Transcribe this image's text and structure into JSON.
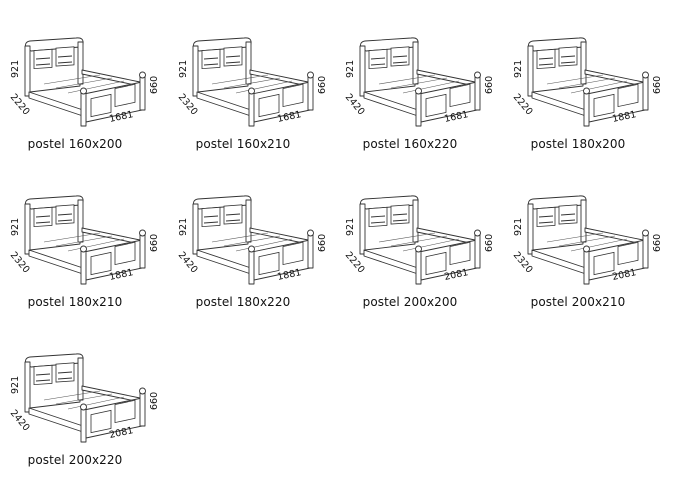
{
  "beds": [
    {
      "label": "postel 160x200",
      "height": "921",
      "length": "2220",
      "width": "1681",
      "foot": "660"
    },
    {
      "label": "postel 160x210",
      "height": "921",
      "length": "2320",
      "width": "1681",
      "foot": "660"
    },
    {
      "label": "postel 160x220",
      "height": "921",
      "length": "2420",
      "width": "1681",
      "foot": "660"
    },
    {
      "label": "postel 180x200",
      "height": "921",
      "length": "2220",
      "width": "1881",
      "foot": "660"
    },
    {
      "label": "postel 180x210",
      "height": "921",
      "length": "2320",
      "width": "1881",
      "foot": "660"
    },
    {
      "label": "postel 180x220",
      "height": "921",
      "length": "2420",
      "width": "1881",
      "foot": "660"
    },
    {
      "label": "postel 200x200",
      "height": "921",
      "length": "2220",
      "width": "2081",
      "foot": "660"
    },
    {
      "label": "postel 200x210",
      "height": "921",
      "length": "2320",
      "width": "2081",
      "foot": "660"
    },
    {
      "label": "postel 200x220",
      "height": "921",
      "length": "2420",
      "width": "2081",
      "foot": "660"
    }
  ]
}
